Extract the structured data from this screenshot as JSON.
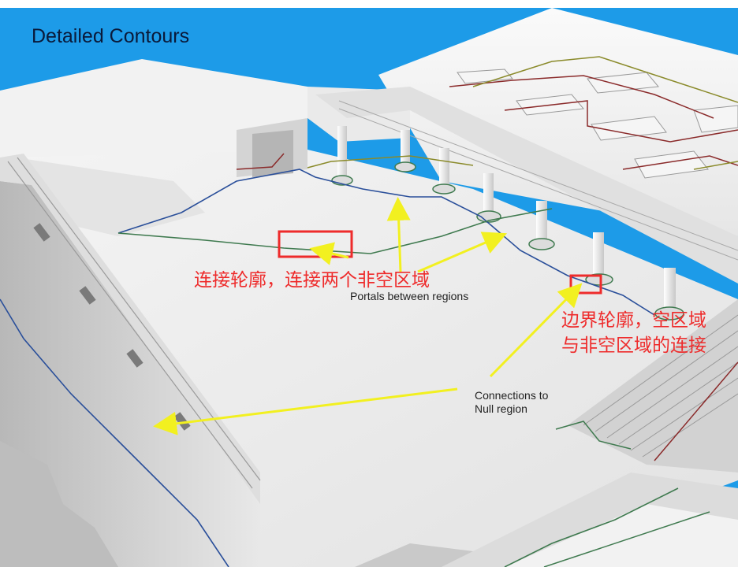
{
  "title": "Detailed Contours",
  "annotations": {
    "connect_contour_cn": "连接轮廓，连接两个非空区域",
    "portals_en": "Portals between regions",
    "boundary_contour_cn_line1": "边界轮廓，空区域",
    "boundary_contour_cn_line2": "与非空区域的连接",
    "connections_en_line1": "Connections to",
    "connections_en_line2": "Null region"
  },
  "colors": {
    "sky": "#1d9be8",
    "floor": "#ececec",
    "wall": "#cfcfcf",
    "contour_blue": "#2a4f9a",
    "contour_green": "#3f7a4f",
    "contour_red": "#8a2a2a",
    "contour_olive": "#8a8a2a",
    "arrow": "#f2f020",
    "highlight_box": "#ee2b2b",
    "label_cn": "#ee2b2b"
  }
}
